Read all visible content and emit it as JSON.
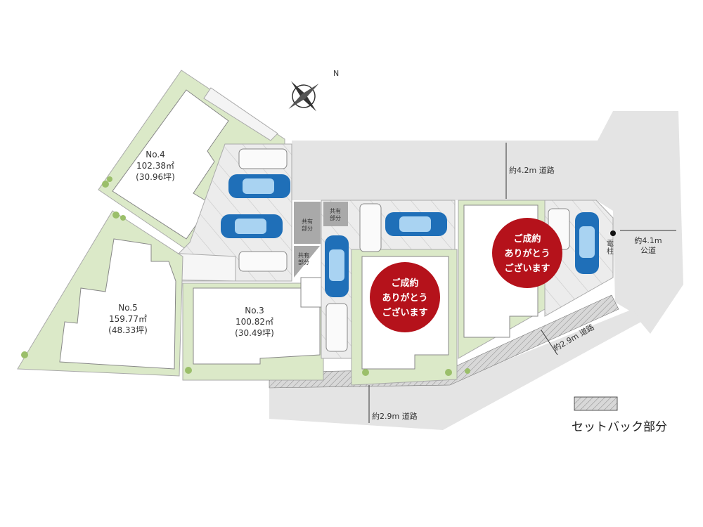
{
  "compass": {
    "north_label": "N"
  },
  "lots": [
    {
      "name": "No.4",
      "area_m2": "102.38㎡",
      "area_tsubo": "(30.96坪)"
    },
    {
      "name": "No.5",
      "area_m2": "159.77㎡",
      "area_tsubo": "(48.33坪)"
    },
    {
      "name": "No.3",
      "area_m2": "100.82㎡",
      "area_tsubo": "(30.49坪)"
    }
  ],
  "sold_badges": [
    {
      "lines": [
        "ご成約",
        "ありがとう",
        "ございます"
      ]
    },
    {
      "lines": [
        "ご成約",
        "ありがとう",
        "ございます"
      ]
    }
  ],
  "shared_label": [
    "共有",
    "部分"
  ],
  "roads": {
    "north": "約4.2m 道路",
    "east_width": "約4.1m",
    "east_type": "公道",
    "south_east": "約2.9m 道路",
    "south": "約2.9m 道路"
  },
  "utility_pole": [
    "電",
    "柱"
  ],
  "legend": {
    "setback": "セットバック部分"
  },
  "colors": {
    "road": "#e4e4e4",
    "garden": "#dbe9c8",
    "sold": "#b5121b",
    "car_blue": "#1f6fb8"
  }
}
